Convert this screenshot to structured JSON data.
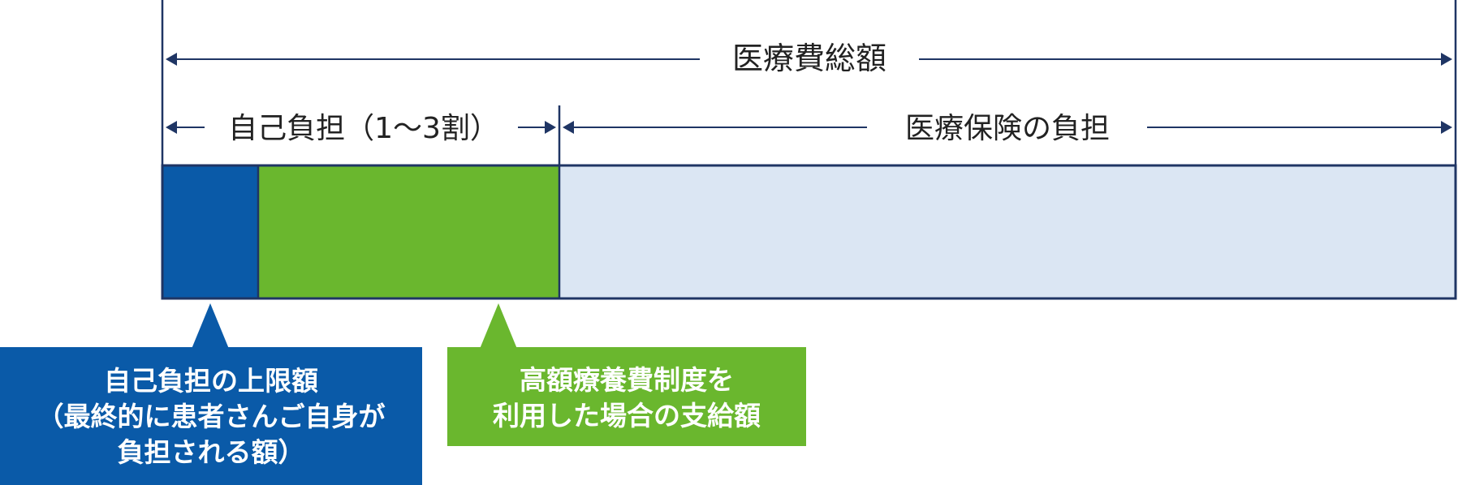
{
  "labels": {
    "total": "医療費総額",
    "self_burden": "自己負担（1〜3割）",
    "insurance_burden": "医療保険の負担"
  },
  "callouts": {
    "limit": {
      "line1": "自己負担の上限額",
      "line2": "（最終的に患者さんご自身が",
      "line3": "負担される額）"
    },
    "benefit": {
      "line1": "高額療養費制度を",
      "line2": "利用した場合の支給額"
    }
  },
  "colors": {
    "navy": "#1f3564",
    "blue": "#0a5aa8",
    "green": "#6ab72e",
    "light_blue": "#dbe6f3",
    "text": "#222222"
  }
}
